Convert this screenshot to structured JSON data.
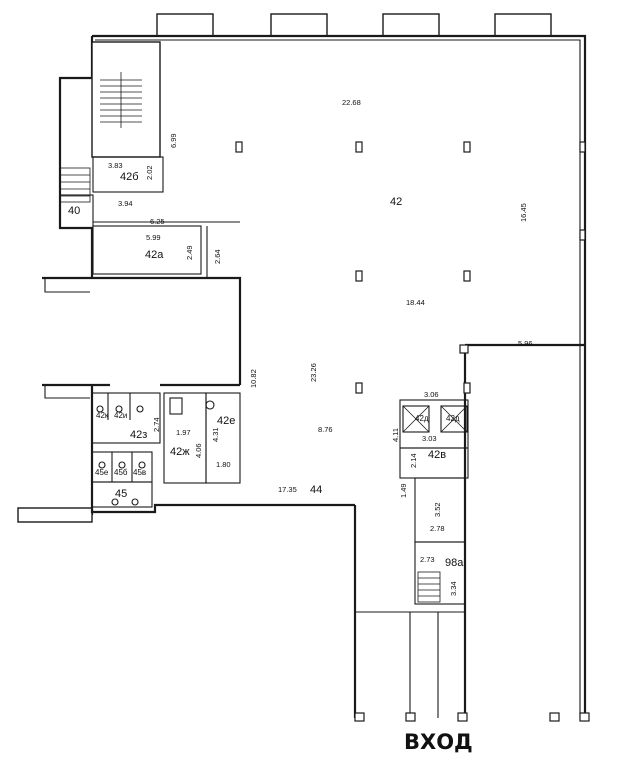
{
  "rooms": {
    "r40": "40",
    "r42": "42",
    "r42a": "42а",
    "r42b": "42б",
    "r42v": "42в",
    "r42d": "42д",
    "r42e": "42е",
    "r42zh": "42ж",
    "r42z": "42з",
    "r42i": "42и",
    "r42k": "42к",
    "r44": "44",
    "r45": "45",
    "r45b": "45б",
    "r45v": "45в",
    "r45e": "45е",
    "r98a": "98а"
  },
  "dims": {
    "d22_68": "22.68",
    "d6_99": "6.99",
    "d3_83": "3.83",
    "d2_02": "2.02",
    "d3_94": "3.94",
    "d6_25": "6.25",
    "d5_99": "5.99",
    "d2_49": "2.49",
    "d2_64": "2.64",
    "d16_45": "16.45",
    "d18_44": "18.44",
    "d5_96": "5.96",
    "d23_26": "23.26",
    "d10_82": "10.82",
    "d3_06": "3.06",
    "d4_11": "4.11",
    "d3_03": "3.03",
    "d2_14": "2.14",
    "d8_76": "8.76",
    "d4_31": "4.31",
    "d1_97": "1.97",
    "d4_06": "4.06",
    "d1_80": "1.80",
    "d2_74": "2.74",
    "d17_35": "17.35",
    "d1_49": "1.49",
    "d3_52": "3.52",
    "d2_78": "2.78",
    "d2_73": "2.73",
    "d3_34": "3.34"
  },
  "entrance_label": "ВХОД"
}
